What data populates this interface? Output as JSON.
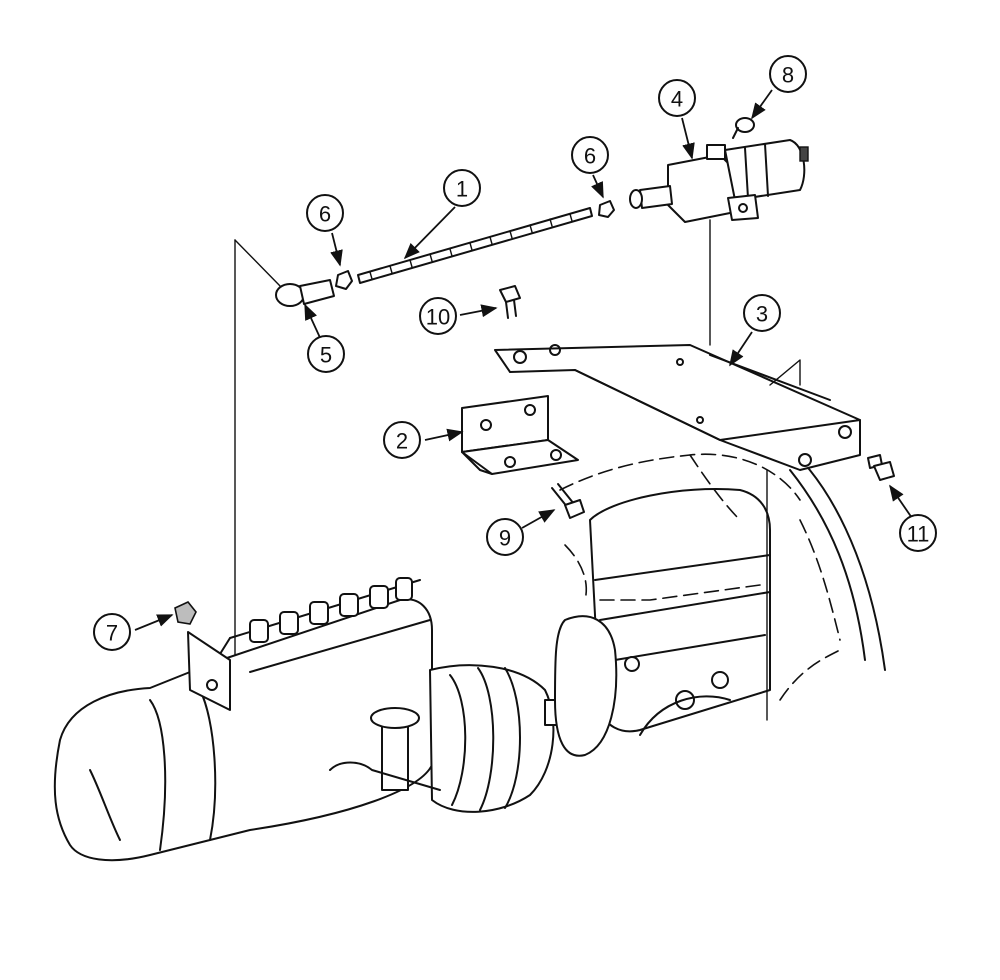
{
  "callouts": [
    {
      "id": "1",
      "label": "1"
    },
    {
      "id": "2",
      "label": "2"
    },
    {
      "id": "3",
      "label": "3"
    },
    {
      "id": "4",
      "label": "4"
    },
    {
      "id": "5",
      "label": "5"
    },
    {
      "id": "6a",
      "label": "6"
    },
    {
      "id": "6b",
      "label": "6"
    },
    {
      "id": "7",
      "label": "7"
    },
    {
      "id": "8",
      "label": "8"
    },
    {
      "id": "9",
      "label": "9"
    },
    {
      "id": "10",
      "label": "10"
    },
    {
      "id": "11",
      "label": "11"
    }
  ]
}
